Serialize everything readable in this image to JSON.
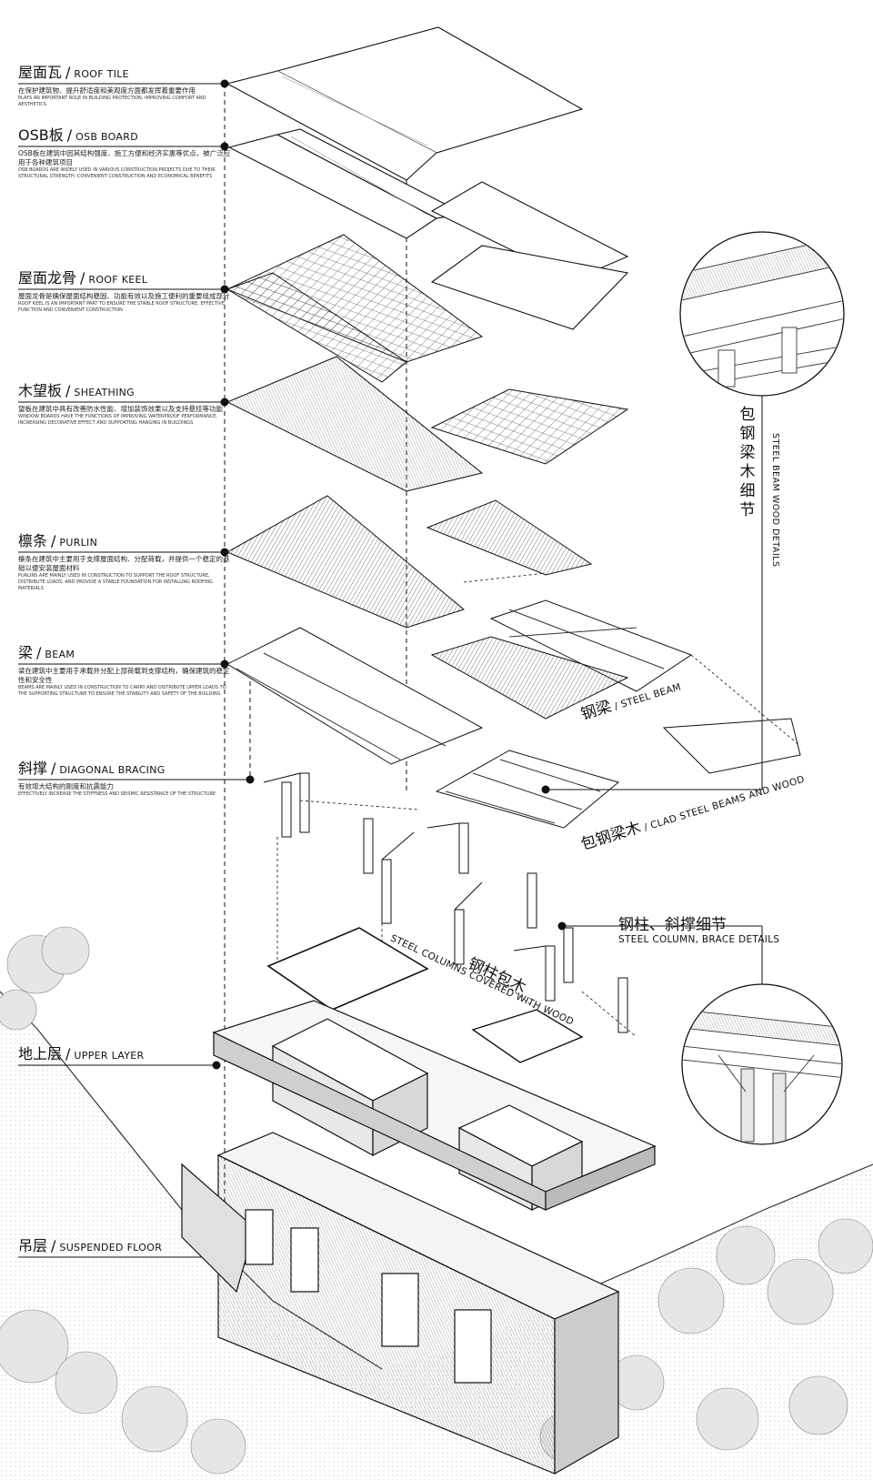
{
  "layers": [
    {
      "id": "roof-tile",
      "cn": "屋面瓦",
      "en": "ROOF TILE",
      "desc_cn": "在保护建筑物、提升舒适度和美观度方面都发挥着重要作用",
      "desc_en": "PLAYS AN IMPORTANT ROLE IN BUILDING PROTECTION, IMPROVING COMFORT AND AESTHETICS"
    },
    {
      "id": "osb-board",
      "cn": "OSB板",
      "en": "OSB BOARD",
      "desc_cn": "OSB板在建筑中因其结构强度、施工方便和经济实惠等优点，被广泛应用于各种建筑项目",
      "desc_en": "OSB BOARDS ARE WIDELY USED IN VARIOUS CONSTRUCTION PROJECTS DUE TO THEIR STRUCTURAL STRENGTH, CONVENIENT CONSTRUCTION AND ECONOMICAL BENEFITS"
    },
    {
      "id": "roof-keel",
      "cn": "屋面龙骨",
      "en": "ROOF KEEL",
      "desc_cn": "屋面龙骨是确保屋面结构稳固、功能有效以及施工便利的重要组成部分",
      "desc_en": "ROOF KEEL IS AN IMPORTANT PART TO ENSURE THE STABLE ROOF STRUCTURE, EFFECTIVE FUNCTION AND CONVENIENT CONSTRUCTION"
    },
    {
      "id": "sheathing",
      "cn": "木望板",
      "en": "SHEATHING",
      "desc_cn": "望板在建筑中具有改善防水性能、增加装饰效果以及支持悬挂等功能",
      "desc_en": "WINDOW BOARDS HAVE THE FUNCTIONS OF IMPROVING WATERPROOF PERFORMANCE, INCREASING DECORATIVE EFFECT AND SUPPORTING HANGING IN BUILDINGS"
    },
    {
      "id": "purlin",
      "cn": "檩条",
      "en": "PURLIN",
      "desc_cn": "檩条在建筑中主要用于支撑屋面结构、分配荷载，并提供一个稳定的基础以便安装屋面材料",
      "desc_en": "PURLINS ARE MAINLY USED IN CONSTRUCTION TO SUPPORT THE ROOF STRUCTURE, DISTRIBUTE LOADS, AND PROVIDE A STABLE FOUNDATION FOR INSTALLING ROOFING MATERIALS"
    },
    {
      "id": "beam",
      "cn": "梁",
      "en": "BEAM",
      "desc_cn": "梁在建筑中主要用于承载并分配上部荷载到支撑结构，确保建筑的稳定性和安全性",
      "desc_en": "BEAMS ARE MAINLY USED IN CONSTRUCTION TO CARRY AND DISTRIBUTE UPPER LOADS TO THE SUPPORTING STRUCTURE TO ENSURE THE STABILITY AND SAFETY OF THE BUILDING"
    },
    {
      "id": "diagonal-bracing",
      "cn": "斜撑",
      "en": "DIAGONAL BRACING",
      "desc_cn": "有效增大结构的刚度和抗震能力",
      "desc_en": "EFFECTIVELY INCREASE THE STIFFNESS AND SEISMIC RESISTANCE OF THE STRUCTURE"
    },
    {
      "id": "upper-layer",
      "cn": "地上层",
      "en": "UPPER LAYER",
      "desc_cn": "",
      "desc_en": ""
    },
    {
      "id": "suspended-floor",
      "cn": "吊层",
      "en": "SUSPENDED FLOOR",
      "desc_cn": "",
      "desc_en": ""
    }
  ],
  "callouts": {
    "steel_beam": {
      "cn": "钢梁",
      "en": "STEEL BEAM"
    },
    "clad": {
      "cn": "包钢梁木",
      "en": "CLAD STEEL BEAMS AND WOOD"
    },
    "column_details": {
      "cn": "钢柱、斜撑细节",
      "en": "STEEL COLUMN, BRACE DETAILS"
    },
    "columns_wood": {
      "cn": "钢柱包木",
      "en": "STEEL COLUMNS COVERED WITH WOOD"
    },
    "beam_wood_details": {
      "cn": "包钢梁木细节",
      "en": "STEEL BEAM WOOD DETAILS"
    }
  },
  "separator": "/"
}
